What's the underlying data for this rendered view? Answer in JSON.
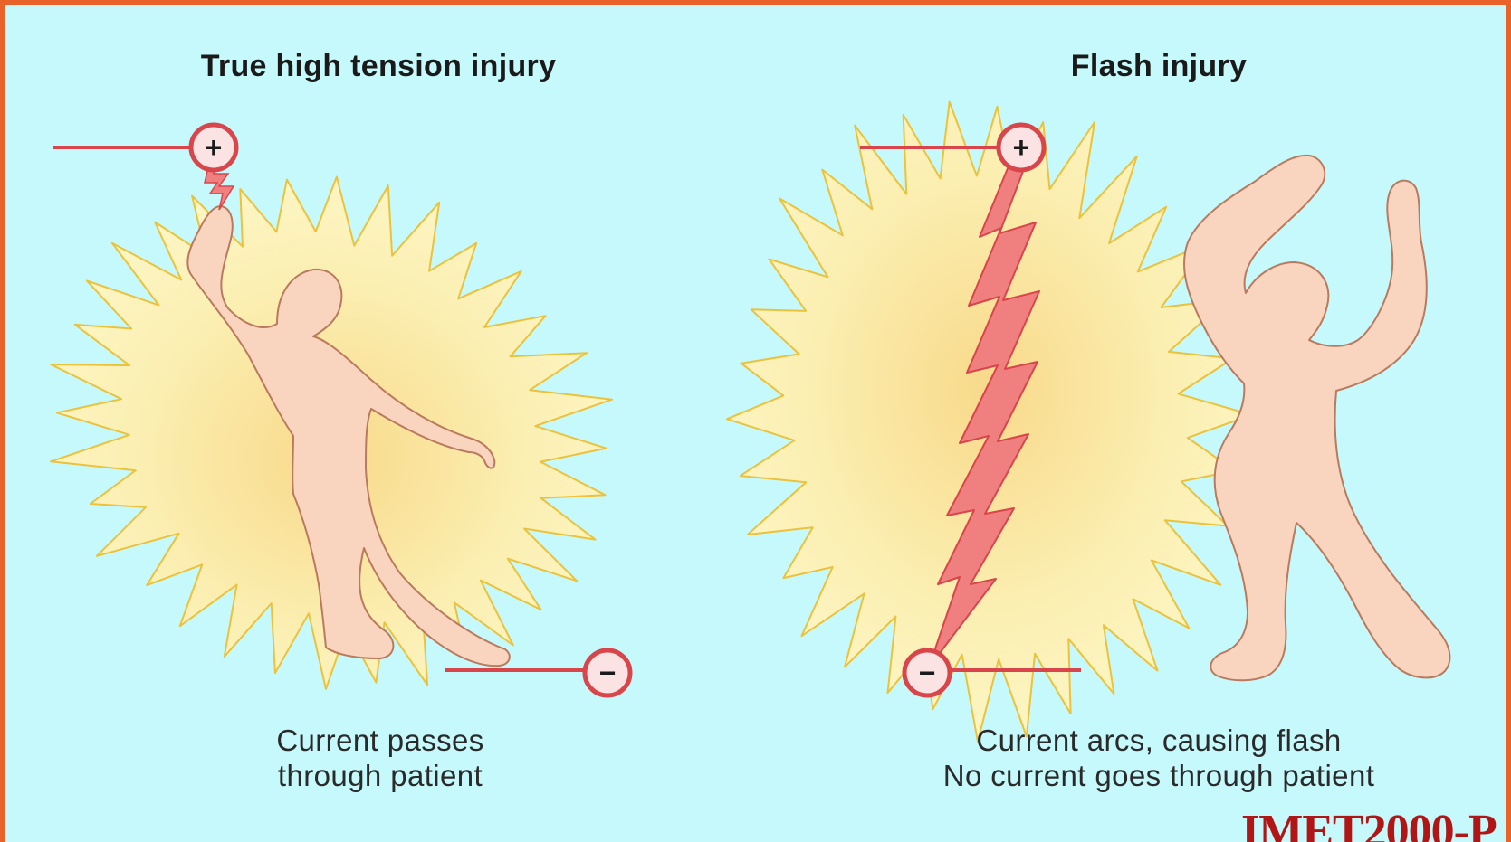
{
  "left_panel": {
    "title": "True high tension injury",
    "caption_line1": "Current passes",
    "caption_line2": "through patient",
    "positive_terminal": "+",
    "negative_terminal": "−"
  },
  "right_panel": {
    "title": "Flash injury",
    "caption_line1": "Current arcs, causing flash",
    "caption_line2": "No current goes through patient",
    "positive_terminal": "+",
    "negative_terminal": "−"
  },
  "watermark": "IMET2000-P",
  "colors": {
    "background": "#c6f9fb",
    "frame": "#e8622a",
    "flash_fill": "#fbf3a6",
    "flash_stroke": "#ecc23c",
    "body_fill": "#f9d5bf",
    "body_stroke": "#b97a5e",
    "wire": "#d8454a",
    "bolt": "#f08080",
    "watermark": "#b01616"
  },
  "icons": [
    "positive-terminal-icon",
    "negative-terminal-icon",
    "lightning-bolt-icon",
    "person-figure-icon",
    "flash-burst-icon"
  ]
}
